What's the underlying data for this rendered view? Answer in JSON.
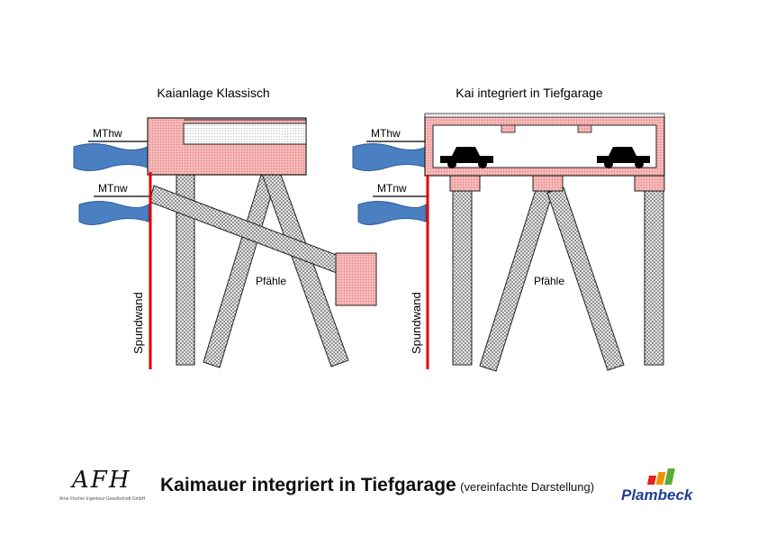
{
  "left_diagram": {
    "title": "Kaianlage Klassisch",
    "mthw_label": "MThw",
    "mtnw_label": "MTnw",
    "spundwand_label": "Spundwand",
    "pfaehle_label": "Pfähle"
  },
  "right_diagram": {
    "title": "Kai integriert in Tiefgarage",
    "mthw_label": "MThw",
    "mtnw_label": "MTnw",
    "spundwand_label": "Spundwand",
    "pfaehle_label": "Pfähle"
  },
  "footer": {
    "title": "Kaimauer integriert in Tiefgarage",
    "subtitle": "(vereinfachte Darstellung)",
    "afh_logo_text": "AFH",
    "afh_logo_subtext": "Arne Fischer Ingenieur Gesellschaft GmbH",
    "plambeck_logo_text": "Plambeck"
  },
  "colors": {
    "concrete_pink": "#f4a6a6",
    "water_blue": "#4a7fc1",
    "spundwand_red": "#e00000",
    "pile_gray": "#8a8a8a",
    "plambeck_blue": "#1f3f8f",
    "plambeck_bar_red": "#e2231a",
    "plambeck_bar_orange": "#f39200",
    "plambeck_bar_green": "#5aab3c"
  }
}
